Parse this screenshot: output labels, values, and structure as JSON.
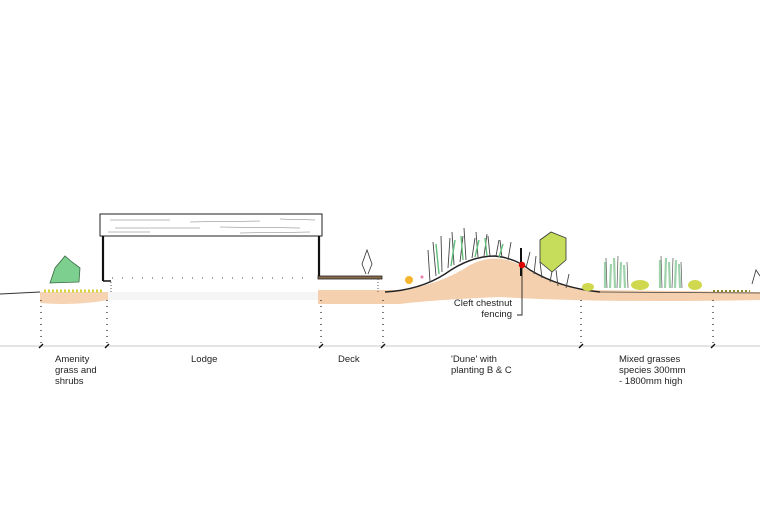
{
  "zones": [
    {
      "id": "amenity",
      "label_lines": [
        "Amenity",
        "grass and",
        "shrubs"
      ]
    },
    {
      "id": "lodge",
      "label_lines": [
        "Lodge"
      ]
    },
    {
      "id": "deck",
      "label_lines": [
        "Deck"
      ]
    },
    {
      "id": "dune",
      "label_lines": [
        "'Dune' with",
        "planting B & C"
      ]
    },
    {
      "id": "grasses",
      "label_lines": [
        "Mixed grasses",
        "species 300mm",
        "- 1800mm high"
      ]
    }
  ],
  "callout": {
    "label_lines": [
      "Cleft chestnut",
      "fencing"
    ]
  },
  "colors": {
    "soil": "#f2c49a",
    "shrub": "#7ccf8e",
    "tree": "#c5dd5a",
    "grass": "#9fd3ac",
    "yellow": "#e8d84a",
    "orange": "#f5b52c",
    "marker": "#e00000",
    "ink": "#1a1a1a",
    "baseline": "#c8c8c8"
  }
}
